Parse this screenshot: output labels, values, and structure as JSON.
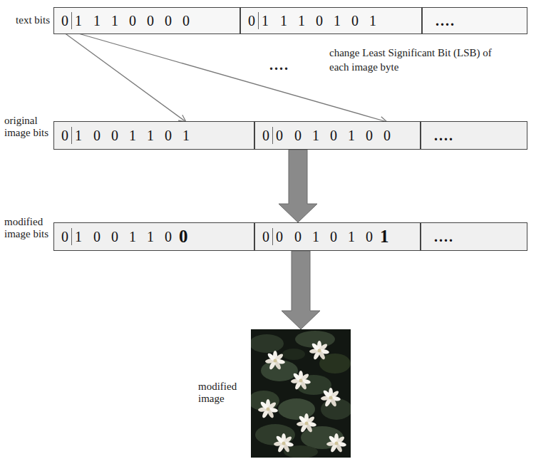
{
  "diagram": {
    "nodes": [
      {
        "text": [
          "text bits"
        ]
      },
      {
        "text": [
          "0",
          "1",
          "1 1 0 0 0 0"
        ],
        "in": 0
      },
      {
        "text": [
          "0",
          "1",
          "1 1 0 1 0 1"
        ],
        "in": 0
      },
      {
        "text": [
          "...."
        ],
        "in": 0
      },
      {
        "text": [
          "original image bits"
        ]
      },
      {
        "text": [
          "0",
          "1",
          "0 0 1 1 0 1"
        ],
        "in": 4
      },
      {
        "text": [
          "0",
          "0",
          "0 1 0 1 0 0"
        ],
        "in": 4
      },
      {
        "text": [
          "...."
        ],
        "in": 4
      },
      {
        "text": [
          "modified image bits"
        ]
      },
      {
        "text": [
          "0",
          "1",
          "0 0 1 1 0",
          "0"
        ],
        "in": 8
      },
      {
        "text": [
          "0",
          "0",
          "0 1 0 1 0",
          "1"
        ],
        "in": 8
      },
      {
        "text": [
          "...."
        ],
        "in": 8
      },
      {
        "text": [
          "modified image"
        ]
      }
    ],
    "edges": [
      {
        "from": 1,
        "to": 5,
        "arrow": "to"
      },
      {
        "from": 1,
        "to": 6,
        "arrow": "to"
      },
      {
        "from": 4,
        "to": 8,
        "arrow": "to"
      },
      {
        "from": 8,
        "to": 12,
        "arrow": "to"
      }
    ],
    "labels": [
      "....",
      "change Least Significant Bit (LSB) of each image byte"
    ]
  }
}
